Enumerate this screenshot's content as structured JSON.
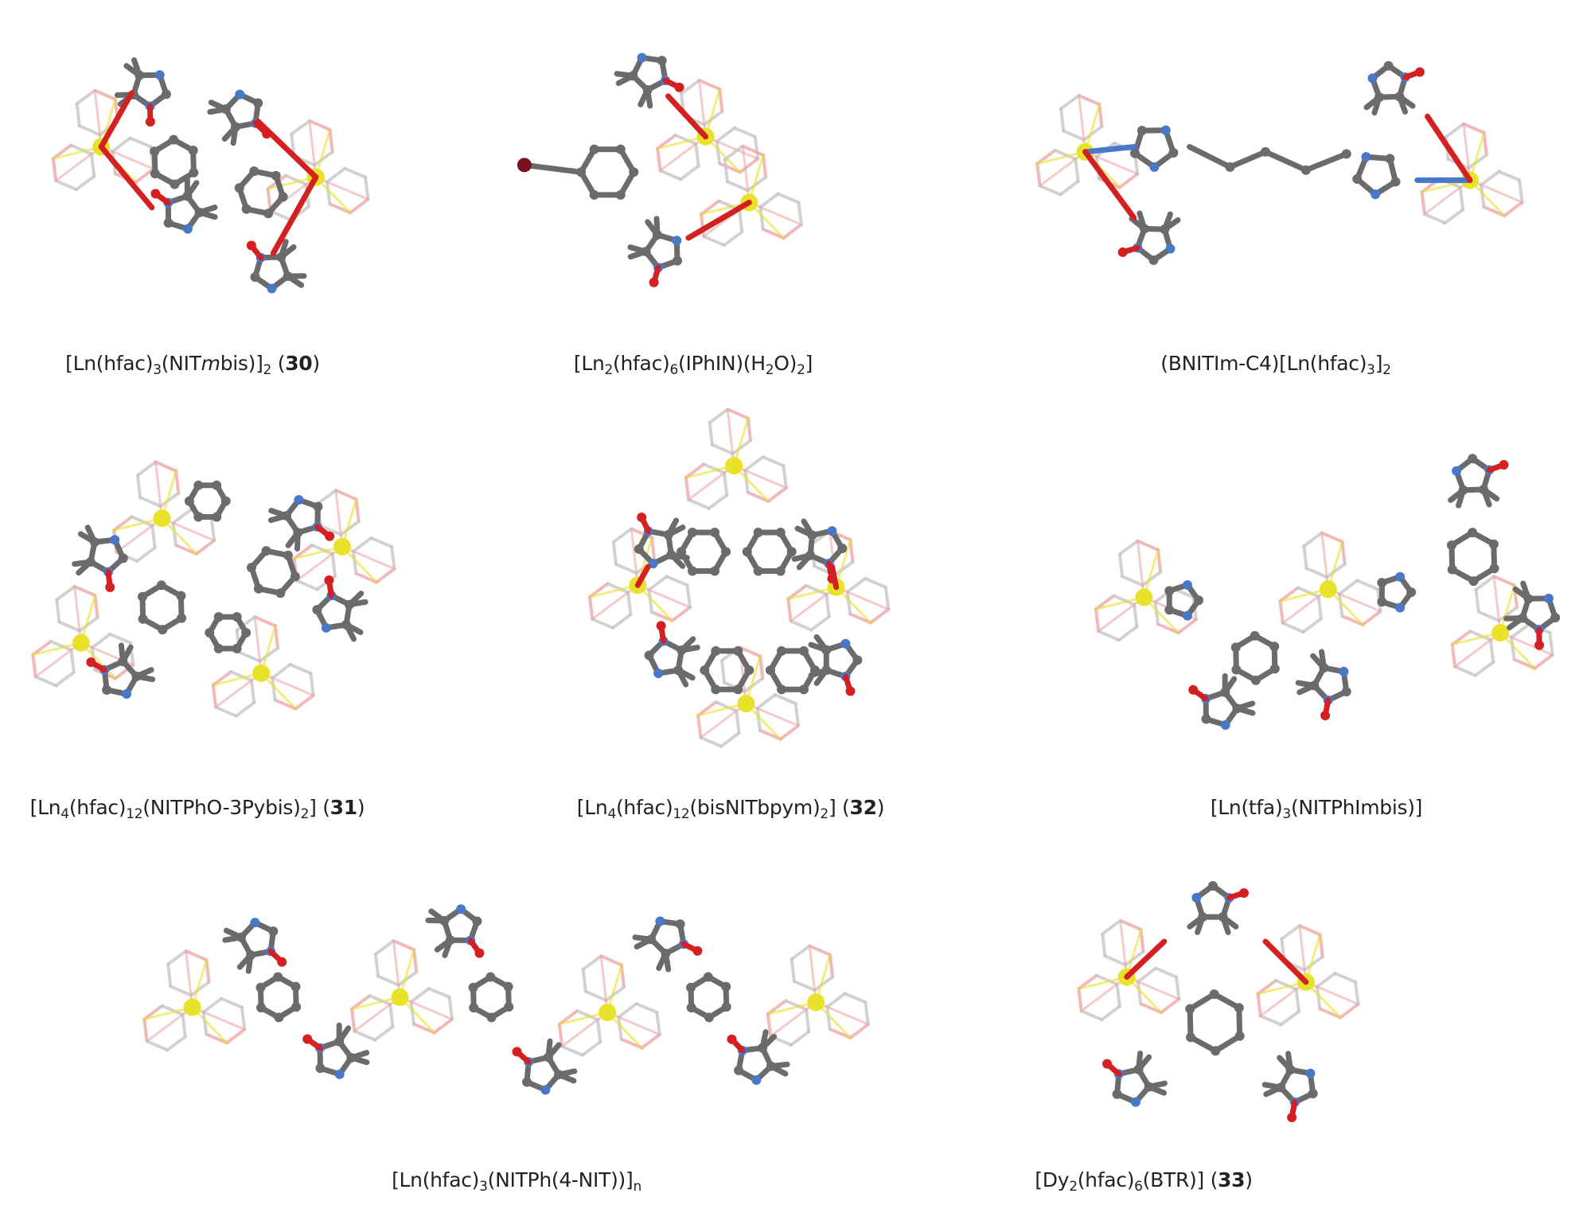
{
  "figure": {
    "colors": {
      "metal": "#e8e22a",
      "carbon": "#6b6b6b",
      "nitrogen": "#4a78c8",
      "oxygen": "#d42020",
      "bromine": "#7a1020",
      "ghost": "#c8c8c8",
      "ghost_oxygen": "#f0a8a8"
    },
    "panels": [
      {
        "id": "p30",
        "caption": [
          {
            "t": "[Ln(hfac)"
          },
          {
            "t": "3",
            "sub": true
          },
          {
            "t": "(NIT"
          },
          {
            "t": "m",
            "i": true
          },
          {
            "t": "bis)]"
          },
          {
            "t": "2",
            "sub": true
          },
          {
            "t": " ("
          },
          {
            "t": "30",
            "b": true
          },
          {
            "t": ")"
          }
        ]
      },
      {
        "id": "p-iphin",
        "caption": [
          {
            "t": "[Ln"
          },
          {
            "t": "2",
            "sub": true
          },
          {
            "t": "(hfac)"
          },
          {
            "t": "6",
            "sub": true
          },
          {
            "t": "(IPhIN)(H"
          },
          {
            "t": "2",
            "sub": true
          },
          {
            "t": "O)"
          },
          {
            "t": "2",
            "sub": true
          },
          {
            "t": "]"
          }
        ]
      },
      {
        "id": "p-bnitim",
        "caption": [
          {
            "t": "(BNITIm-C4)[Ln(hfac)"
          },
          {
            "t": "3",
            "sub": true
          },
          {
            "t": "]"
          },
          {
            "t": "2",
            "sub": true
          }
        ]
      },
      {
        "id": "p31",
        "caption": [
          {
            "t": "[Ln"
          },
          {
            "t": "4",
            "sub": true
          },
          {
            "t": "(hfac)"
          },
          {
            "t": "12",
            "sub": true
          },
          {
            "t": "(NITPhO-3Pybis)"
          },
          {
            "t": "2",
            "sub": true
          },
          {
            "t": "] ("
          },
          {
            "t": "31",
            "b": true
          },
          {
            "t": ")"
          }
        ]
      },
      {
        "id": "p32",
        "caption": [
          {
            "t": "[Ln"
          },
          {
            "t": "4",
            "sub": true
          },
          {
            "t": "(hfac)"
          },
          {
            "t": "12",
            "sub": true
          },
          {
            "t": "(bisNITbpym)"
          },
          {
            "t": "2",
            "sub": true
          },
          {
            "t": "] ("
          },
          {
            "t": "32",
            "b": true
          },
          {
            "t": ")"
          }
        ]
      },
      {
        "id": "p-tfa",
        "caption": [
          {
            "t": "[Ln(tfa)"
          },
          {
            "t": "3",
            "sub": true
          },
          {
            "t": "(NITPhImbis)]"
          }
        ]
      },
      {
        "id": "p-chain",
        "caption": [
          {
            "t": "[Ln(hfac)"
          },
          {
            "t": "3",
            "sub": true
          },
          {
            "t": "(NITPh(4-NIT))]"
          },
          {
            "t": "n",
            "sub": true
          }
        ]
      },
      {
        "id": "p33",
        "caption": [
          {
            "t": "[Dy"
          },
          {
            "t": "2",
            "sub": true
          },
          {
            "t": "(hfac)"
          },
          {
            "t": "6",
            "sub": true
          },
          {
            "t": "(BTR)] ("
          },
          {
            "t": "33",
            "b": true
          },
          {
            "t": ")"
          }
        ]
      }
    ]
  }
}
